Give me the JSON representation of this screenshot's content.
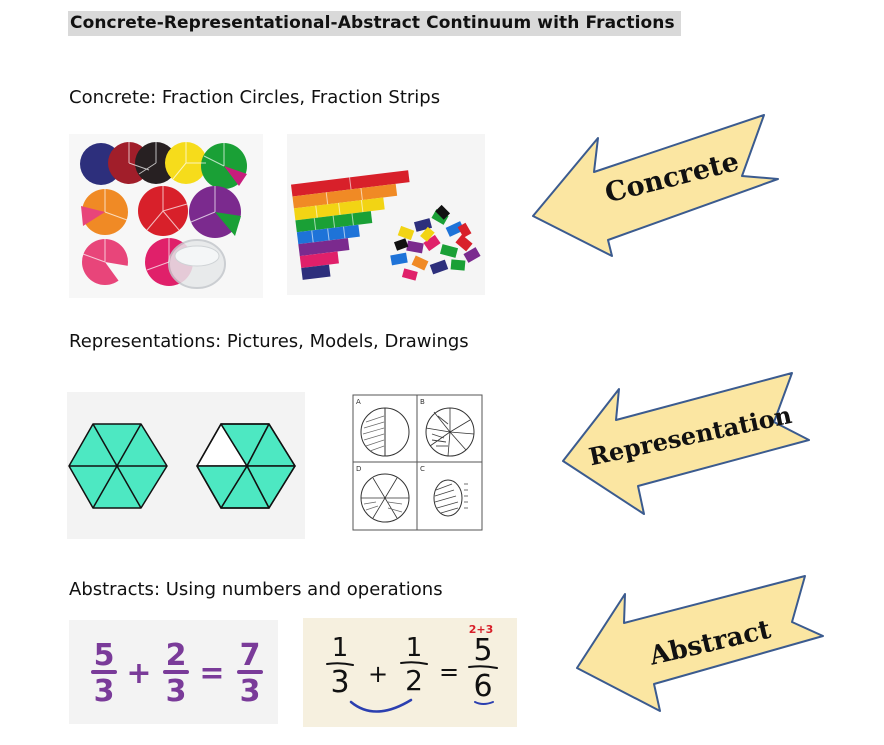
{
  "title": "Concrete-Representational-Abstract Continuum with Fractions",
  "sections": [
    {
      "label": "Concrete: Fraction Circles, Fraction Strips",
      "arrow": "Concrete"
    },
    {
      "label": "Representations: Pictures, Models, Drawings",
      "arrow": "Representation"
    },
    {
      "label": "Abstracts: Using numbers and operations",
      "arrow": "Abstract"
    }
  ],
  "sketch_labels": {
    "a": "A",
    "b": "B",
    "c": "C",
    "d": "D"
  },
  "equation_typed": {
    "n1": "5",
    "d1": "3",
    "op": "+",
    "n2": "2",
    "d2": "3",
    "eq": "=",
    "n3": "7",
    "d3": "3"
  },
  "equation_hand": {
    "n1": "1",
    "d1": "3",
    "op": "+",
    "n2": "1",
    "d2": "2",
    "eq": "=",
    "n3": "5",
    "d3": "6",
    "hint": "2+3"
  },
  "colors": {
    "title_bg": "#d9d9d9",
    "arrow_fill": "#fbe6a2",
    "arrow_stroke": "#3b5b8f",
    "hexagon_fill": "#4de8c2",
    "equation_purple": "#7a3b99",
    "hint_red": "#d8202a",
    "arc_blue": "#2b3fb0"
  }
}
